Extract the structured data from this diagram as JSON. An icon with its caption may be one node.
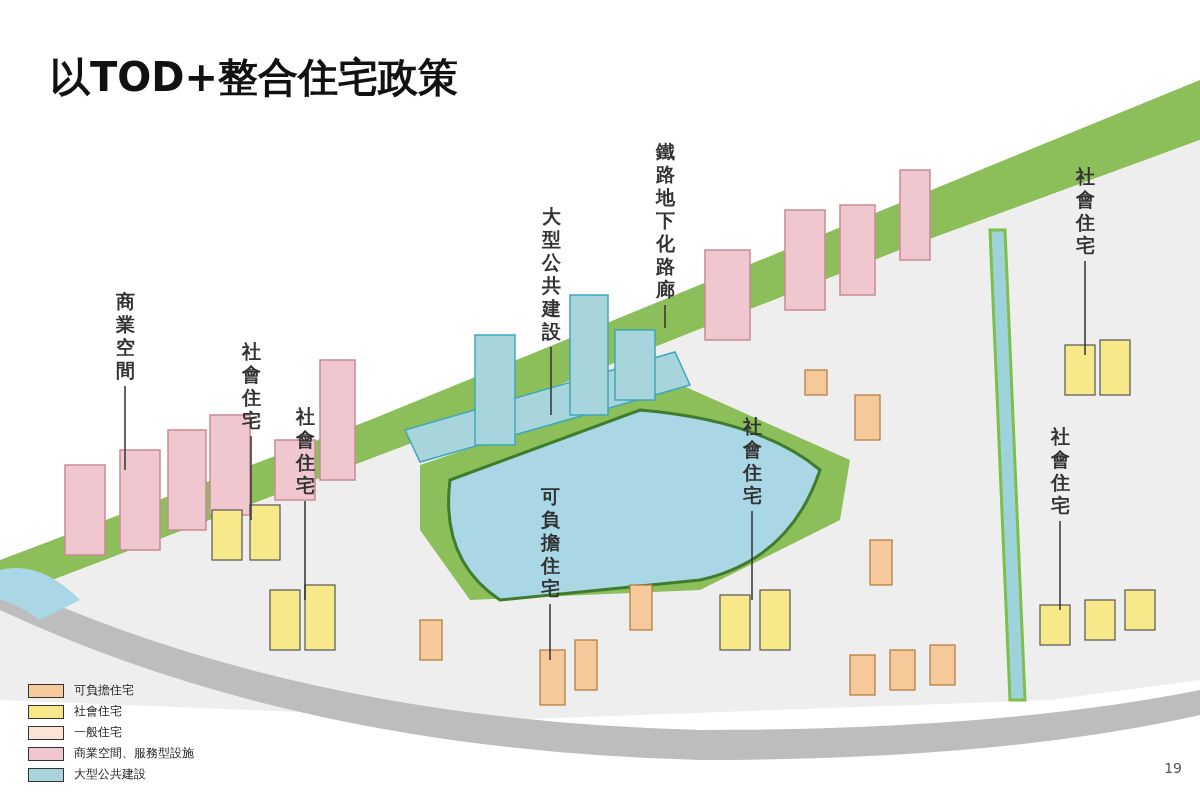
{
  "diagram": {
    "title": "以TOD+整合住宅政策",
    "nodes": [
      {
        "text": [
          "鐵路地下化路廊"
        ]
      },
      {
        "text": [
          "社會住宅"
        ]
      },
      {
        "text": [
          "大型公共建設"
        ]
      },
      {
        "text": [
          "商業空間"
        ]
      },
      {
        "text": [
          "社會住宅"
        ]
      },
      {
        "text": [
          "社會住宅"
        ]
      },
      {
        "text": [
          "社會住宅"
        ]
      },
      {
        "text": [
          "社會住宅"
        ]
      },
      {
        "text": [
          "可負擔住宅"
        ]
      }
    ],
    "edges": [
      {
        "from": 0,
        "to": null,
        "arrow": "none"
      },
      {
        "from": 1,
        "to": null,
        "arrow": "none"
      },
      {
        "from": 2,
        "to": null,
        "arrow": "none"
      },
      {
        "from": 3,
        "to": null,
        "arrow": "none"
      },
      {
        "from": 4,
        "to": null,
        "arrow": "none"
      },
      {
        "from": 5,
        "to": null,
        "arrow": "none"
      },
      {
        "from": 6,
        "to": null,
        "arrow": "none"
      },
      {
        "from": 7,
        "to": null,
        "arrow": "none"
      },
      {
        "from": 8,
        "to": null,
        "arrow": "none"
      }
    ],
    "labels": [
      "19"
    ],
    "legend": [
      {
        "text": "可負擔住宅",
        "color": "#f5c99a"
      },
      {
        "text": "社會住宅",
        "color": "#f7e98a"
      },
      {
        "text": "一般住宅",
        "color": "#fbe3d6"
      },
      {
        "text": "商業空間、服務型設施",
        "color": "#f0c6cf"
      },
      {
        "text": "大型公共建設",
        "color": "#a8d4dc"
      }
    ]
  }
}
